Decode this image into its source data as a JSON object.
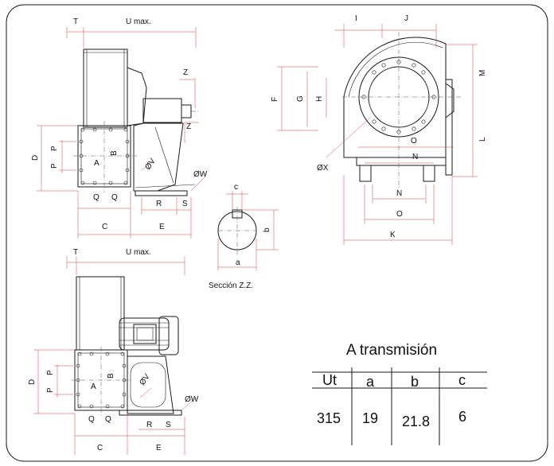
{
  "frame_colors": {
    "line": "#1a1a1a",
    "dimension": "#cc4444",
    "background": "#ffffff"
  },
  "top_view": {
    "T": "T",
    "U_max": "U max.",
    "Z_upper": "Z",
    "Z_lower": "Z",
    "D": "D",
    "P1": "P",
    "P2": "P",
    "A": "A",
    "B": "B",
    "V": "ØV",
    "W": "ØW",
    "Q1": "Q",
    "Q2": "Q",
    "C": "C",
    "R": "R",
    "S": "S",
    "E": "E"
  },
  "side_view": {
    "I": "I",
    "J": "J",
    "M": "M",
    "F": "F",
    "G": "G",
    "H": "H",
    "L": "L",
    "X": "ØX",
    "O_upper": "O",
    "N_upper": "N",
    "N_lower": "N",
    "O_lower": "O",
    "K": "K"
  },
  "section_zz": {
    "c": "c",
    "b": "b",
    "a": "a",
    "caption": "Sección Z.Z."
  },
  "bottom_view": {
    "T": "T",
    "U_max": "U max.",
    "D": "D",
    "P1": "P",
    "P2": "P",
    "A": "A",
    "B": "B",
    "V": "ØV",
    "W": "ØW",
    "Q1": "Q",
    "Q2": "Q",
    "R": "R",
    "S": "S",
    "C": "C",
    "E": "E"
  },
  "table": {
    "title": "A transmisión",
    "headers": [
      "Ut",
      "a",
      "b",
      "c"
    ],
    "rows": [
      [
        "315",
        "19",
        "21.8",
        "6"
      ]
    ]
  }
}
